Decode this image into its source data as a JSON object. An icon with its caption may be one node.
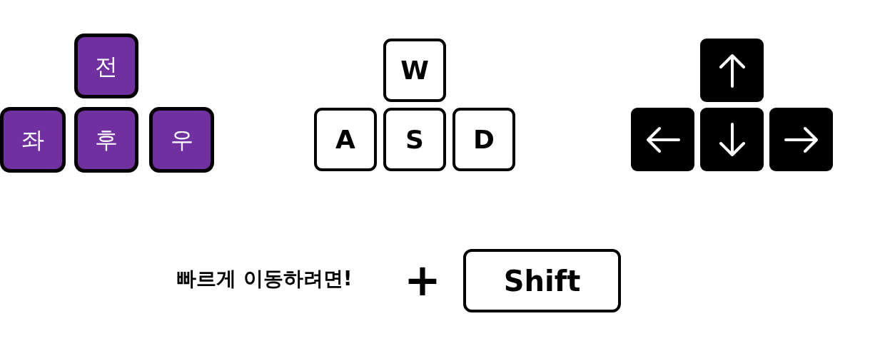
{
  "diagram": {
    "nodes": [
      {
        "text": [
          "전"
        ]
      },
      {
        "text": [
          "좌"
        ]
      },
      {
        "text": [
          "후"
        ]
      },
      {
        "text": [
          "우"
        ]
      },
      {
        "text": [
          "W"
        ]
      },
      {
        "text": [
          "A"
        ]
      },
      {
        "text": [
          "S"
        ]
      },
      {
        "text": [
          "D"
        ]
      },
      {
        "text": [],
        "shape": "box"
      },
      {
        "text": [],
        "shape": "box"
      },
      {
        "text": [],
        "shape": "box"
      },
      {
        "text": [],
        "shape": "box"
      },
      {
        "text": [
          "Shift"
        ]
      }
    ],
    "labels": [
      "빠르게 이동하려면!",
      "+"
    ]
  }
}
